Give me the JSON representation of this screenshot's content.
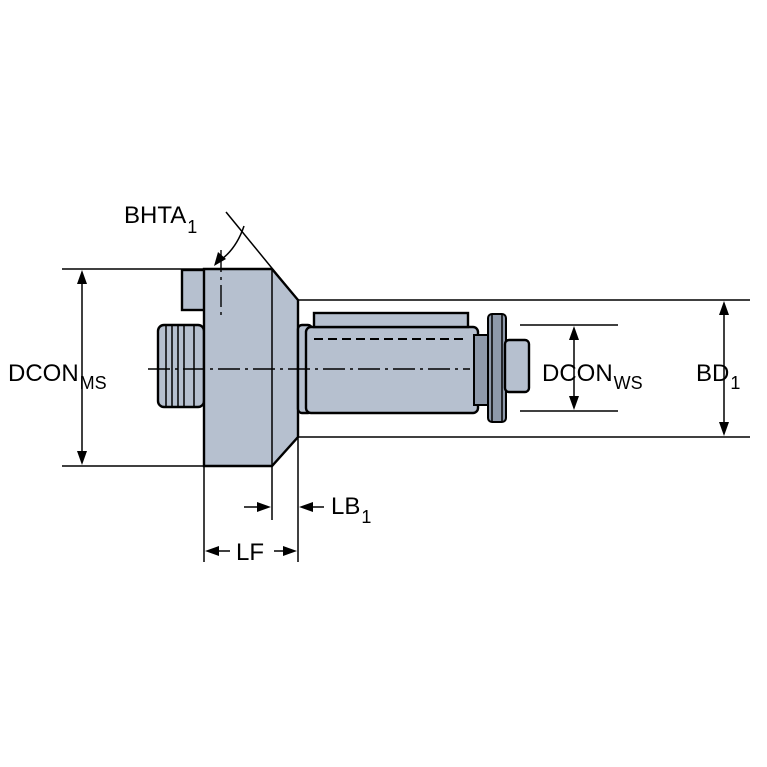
{
  "labels": {
    "bhta": {
      "main": "BHTA",
      "sub": "1"
    },
    "dcon_ms": {
      "main": "DCON",
      "sub": "MS"
    },
    "dcon_ws": {
      "main": "DCON",
      "sub": "WS"
    },
    "bd": {
      "main": "BD",
      "sub": "1"
    },
    "lb": {
      "main": "LB",
      "sub": "1"
    },
    "lf": {
      "main": "LF"
    }
  },
  "colors": {
    "body": "#b6c0cf",
    "shadow": "#8e99aa",
    "line": "#000000"
  }
}
